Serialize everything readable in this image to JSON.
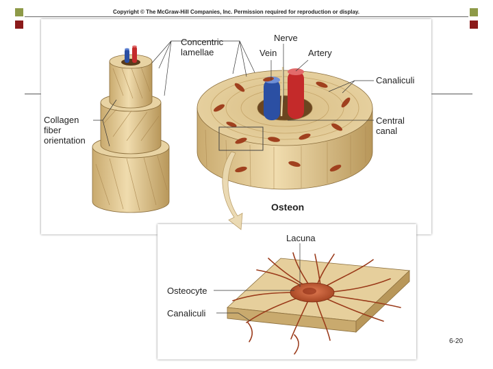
{
  "header": {
    "copyright": "Copyright © The McGraw-Hill Companies, Inc. Permission required for reproduction or display."
  },
  "labels": {
    "concentric_lamellae": "Concentric\nlamellae",
    "nerve": "Nerve",
    "vein": "Vein",
    "artery": "Artery",
    "canaliculi_top": "Canaliculi",
    "collagen": "Collagen\nfiber\norientation",
    "central_canal": "Central\ncanal",
    "osteon": "Osteon",
    "lacuna": "Lacuna",
    "osteocyte": "Osteocyte",
    "canaliculi_bottom": "Canaliculi"
  },
  "footer": {
    "slide_number": "6-20"
  },
  "colors": {
    "accent_red": "#8b1a1a",
    "accent_olive": "#8e9a48",
    "bone": "#e6cf9c",
    "bone_dark": "#c9aa6e",
    "vein_blue": "#2b4fa3",
    "artery_red": "#c42a2a",
    "cell_red": "#a0401e"
  }
}
